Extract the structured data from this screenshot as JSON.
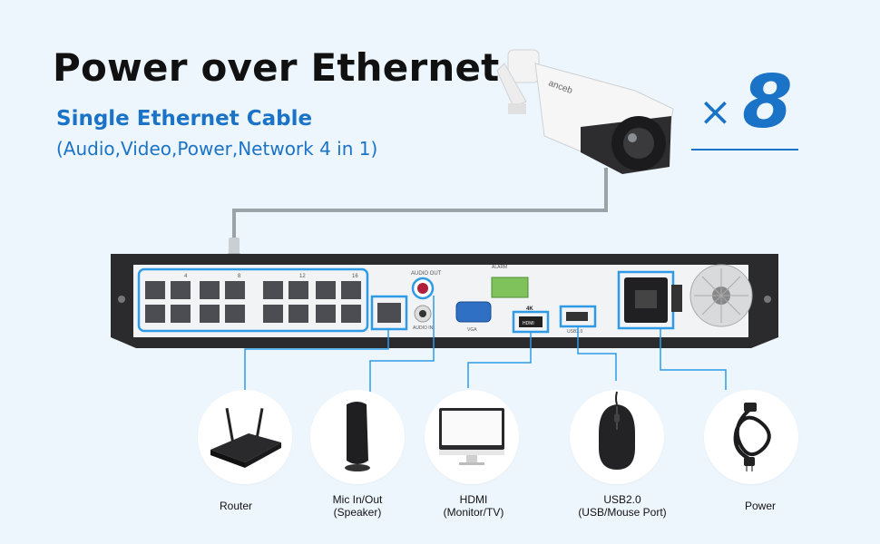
{
  "heading": {
    "title": "Power over Ethernet",
    "subtitle": "Single Ethernet Cable",
    "note": "(Audio,Video,Power,Network 4 in 1)"
  },
  "camera_count": {
    "symbol": "×",
    "number": "8"
  },
  "camera": {
    "brand": "anceb"
  },
  "nvr_panel": {
    "port_numbers": [
      "4",
      "8",
      "12",
      "16"
    ],
    "audio_out_label": "AUDIO OUT",
    "audio_in_label": "AUDIO IN",
    "vga_label": "VGA",
    "hdmi_badge": "4K",
    "hdmi_port_label": "HDMI",
    "usb_label": "USB2.0",
    "alarm_label": "ALARM"
  },
  "devices": [
    {
      "icon": "router-icon",
      "label_line1": "Router",
      "label_line2": ""
    },
    {
      "icon": "speaker-icon",
      "label_line1": "Mic In/Out",
      "label_line2": "(Speaker)"
    },
    {
      "icon": "monitor-icon",
      "label_line1": "HDMI",
      "label_line2": "(Monitor/TV)"
    },
    {
      "icon": "mouse-icon",
      "label_line1": "USB2.0",
      "label_line2": "(USB/Mouse Port)"
    },
    {
      "icon": "power-cable-icon",
      "label_line1": "Power",
      "label_line2": ""
    }
  ],
  "colors": {
    "accent": "#1a73c6",
    "highlight": "#2f9be6",
    "background": "#eef6fd",
    "nvr_body": "#2b2b2d"
  }
}
